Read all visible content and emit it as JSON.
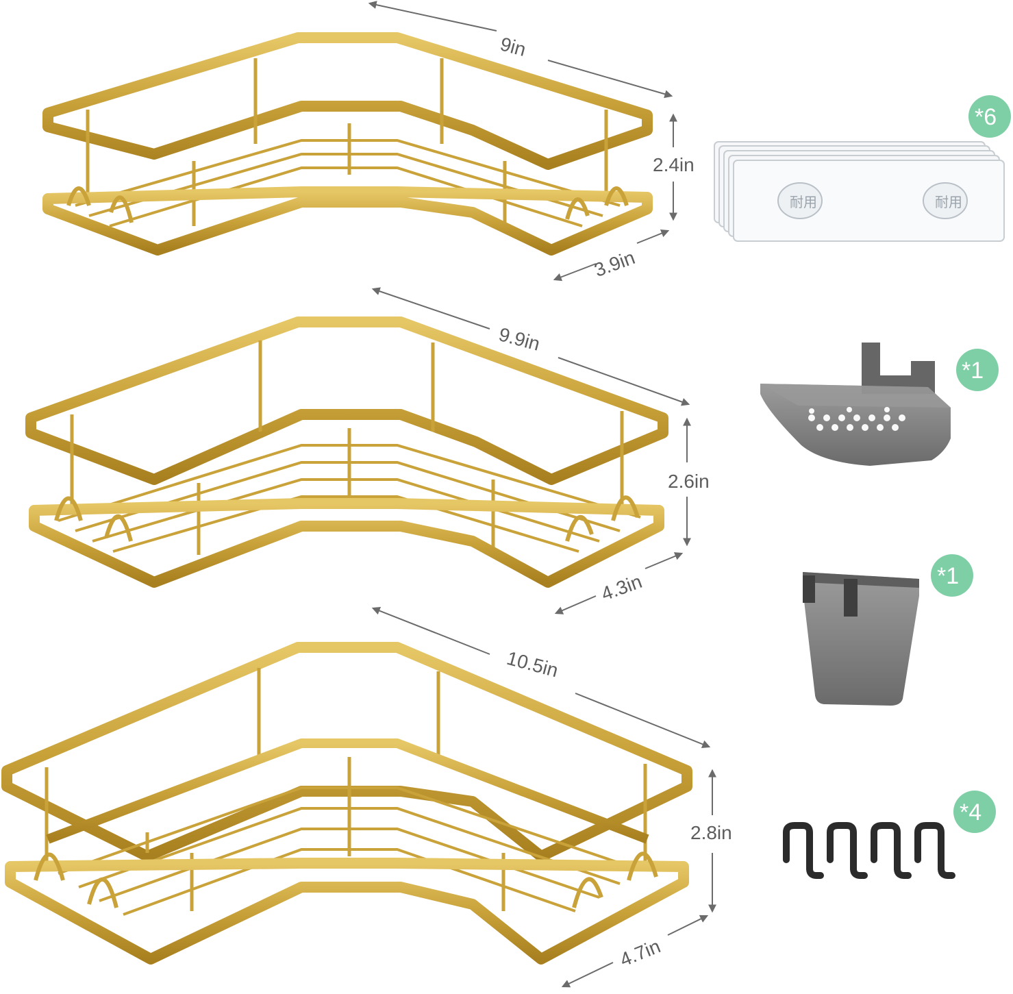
{
  "colors": {
    "gold": "#c9a23a",
    "gold_dark": "#a8801f",
    "gold_light": "#e8cc6e",
    "arrow": "#6b6b6b",
    "badge": "#7fcfa6",
    "smoke": "#6e6e6e"
  },
  "shelves": [
    {
      "width": "9in",
      "height": "2.4in",
      "depth": "3.9in"
    },
    {
      "width": "9.9in",
      "height": "2.6in",
      "depth": "4.3in"
    },
    {
      "width": "10.5in",
      "height": "2.8in",
      "depth": "4.7in"
    }
  ],
  "accessories": [
    {
      "item": "adhesive-strips",
      "count": "*6",
      "stamp": "耐用"
    },
    {
      "item": "soap-dish",
      "count": "*1"
    },
    {
      "item": "storage-cup",
      "count": "*1"
    },
    {
      "item": "hooks",
      "count": "*4"
    }
  ]
}
